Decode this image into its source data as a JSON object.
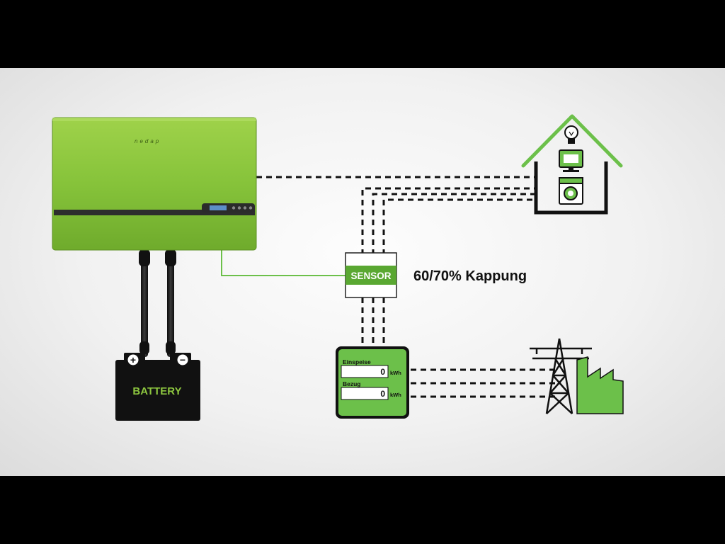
{
  "inverter": {
    "brand": "nedap",
    "display": ""
  },
  "sensor": {
    "label": "SENSOR"
  },
  "caption": {
    "text": "60/70% Kappung"
  },
  "battery": {
    "label": "BATTERY",
    "plus": "+",
    "minus": "−"
  },
  "meter": {
    "einspeise_label": "Einspeise",
    "einspeise_value": "0",
    "bezug_label": "Bezug",
    "bezug_value": "0",
    "unit": "kWh"
  },
  "colors": {
    "accent": "#6cc04a",
    "inverter_green": "#8dc63f",
    "dark": "#1a1a1a",
    "background": "#eeeeee"
  }
}
